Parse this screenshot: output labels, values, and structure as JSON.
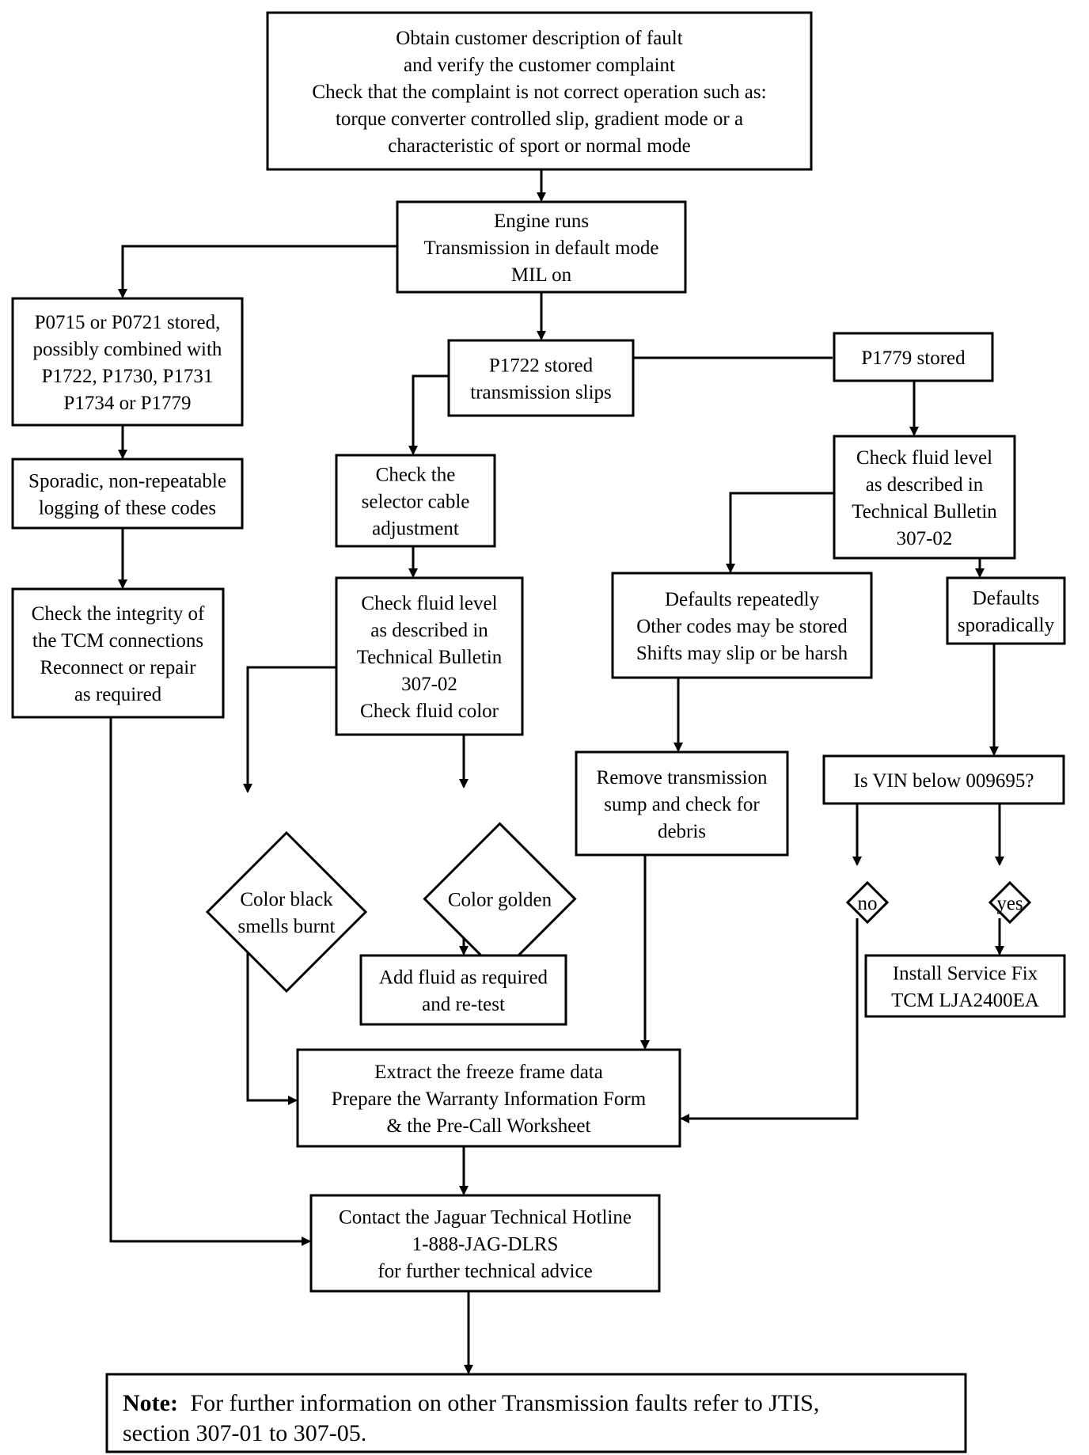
{
  "nodes": [
    {
      "id": "start",
      "shape": "rect",
      "lines": [
        "Obtain customer description of fault",
        "and verify the customer complaint",
        "Check that the complaint is not correct operation such as:",
        "torque converter controlled slip, gradient mode or a",
        "characteristic of sport or normal mode"
      ]
    },
    {
      "id": "engine",
      "shape": "rect",
      "lines": [
        "Engine runs",
        "Transmission in default mode",
        "MIL on"
      ]
    },
    {
      "id": "p0715",
      "shape": "rect",
      "lines": [
        "P0715 or P0721 stored,",
        "possibly combined with",
        "P1722, P1730, P1731",
        "P1734 or P1779"
      ]
    },
    {
      "id": "p1722",
      "shape": "rect",
      "lines": [
        "P1722 stored",
        "transmission slips"
      ]
    },
    {
      "id": "p1779",
      "shape": "rect",
      "lines": [
        "P1779 stored"
      ]
    },
    {
      "id": "sporadic",
      "shape": "rect",
      "lines": [
        "Sporadic, non-repeatable",
        "logging of these codes"
      ]
    },
    {
      "id": "selector",
      "shape": "rect",
      "lines": [
        "Check the",
        "selector cable",
        "adjustment"
      ]
    },
    {
      "id": "fluid1",
      "shape": "rect",
      "lines": [
        "Check fluid level",
        "as described in",
        "Technical Bulletin",
        "307-02"
      ]
    },
    {
      "id": "integrity",
      "shape": "rect",
      "lines": [
        "Check the integrity of",
        "the TCM connections",
        "Reconnect or repair",
        "as required"
      ]
    },
    {
      "id": "fluid2",
      "shape": "rect",
      "lines": [
        "Check fluid level",
        "as described in",
        "Technical Bulletin",
        "307-02",
        "Check fluid color"
      ]
    },
    {
      "id": "repeated",
      "shape": "rect",
      "lines": [
        "Defaults repeatedly",
        "Other codes may be stored",
        "Shifts may slip or be harsh"
      ]
    },
    {
      "id": "sporadically",
      "shape": "rect",
      "lines": [
        "Defaults",
        "sporadically"
      ]
    },
    {
      "id": "remove",
      "shape": "rect",
      "lines": [
        "Remove transmission",
        "sump and check for",
        "debris"
      ]
    },
    {
      "id": "vin",
      "shape": "rect",
      "lines": [
        "Is VIN below 009695?"
      ]
    },
    {
      "id": "black",
      "shape": "diamond",
      "lines": [
        "Color black",
        "smells burnt"
      ]
    },
    {
      "id": "golden",
      "shape": "diamond",
      "lines": [
        "Color golden"
      ]
    },
    {
      "id": "no",
      "shape": "diamond",
      "lines": [
        "no"
      ]
    },
    {
      "id": "yes",
      "shape": "diamond",
      "lines": [
        "yes"
      ]
    },
    {
      "id": "install",
      "shape": "rect",
      "lines": [
        "Install Service Fix",
        "TCM LJA2400EA"
      ]
    },
    {
      "id": "addfluid",
      "shape": "rect",
      "lines": [
        "Add fluid as required",
        "and re-test"
      ]
    },
    {
      "id": "extract",
      "shape": "rect",
      "lines": [
        "Extract the freeze frame data",
        "Prepare the Warranty Information Form",
        "& the Pre-Call Worksheet"
      ]
    },
    {
      "id": "contact",
      "shape": "rect",
      "lines": [
        "Contact the Jaguar Technical Hotline",
        "1-888-JAG-DLRS",
        "for further technical advice"
      ]
    }
  ],
  "note": {
    "label": "Note:",
    "line1": "For further information on other Transmission faults refer to JTIS,",
    "line2": "section 307-01 to 307-05."
  }
}
